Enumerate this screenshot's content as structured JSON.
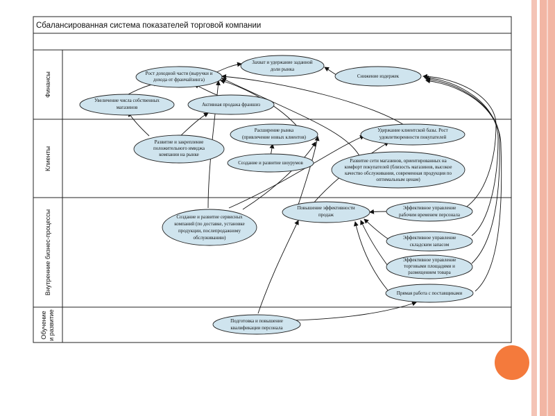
{
  "title": "Сбалансированная система показателей торговой компании",
  "bands": {
    "finance": "Финансы",
    "clients": "Клиенты",
    "processes": "Внутренние бизнес-процессы",
    "learning": [
      "Обучение",
      "и развитие"
    ]
  },
  "nodes": {
    "revenue": [
      "Рост доходной части (выручки и",
      "дохода от франчайзинга)"
    ],
    "market_share": [
      "Захват и удержание заданной",
      "доли рынка"
    ],
    "cost_reduction": [
      "Снижение издержек"
    ],
    "own_stores": [
      "Увеличение числа собственных",
      "магазинов"
    ],
    "franchise_sales": [
      "Активная продажа франшиз"
    ],
    "image": [
      "Развитие и закрепление",
      "положительного имиджа",
      "компании на рынке"
    ],
    "market_expansion": [
      "Расширение рынка",
      "(привлечение новых клиентов)"
    ],
    "showrooms": [
      "Создание и развитие шоурумов"
    ],
    "retention": [
      "Удержание клиентской базы. Рост",
      "удовлетворенности покупателей"
    ],
    "store_network": [
      "Развитие сети магазинов, ориентированных на",
      "комфорт покупателей (близость магазинов, высокое",
      "качество обслуживания, современная продукция по",
      "оптимальным ценам)"
    ],
    "services": [
      "Создание и развитие сервисных",
      "компаний (по доставке, установке",
      "продукции, послепродажному",
      "обслуживанию)"
    ],
    "sales_efficiency": [
      "Повышение эффективности",
      "продаж"
    ],
    "staff_time": [
      "Эффективное управление",
      "рабочим временем персонала"
    ],
    "inventory": [
      "Эффективное управление",
      "складским запасом"
    ],
    "retail_space": [
      "Эффективное управление",
      "торговыми площадями и",
      "размещением товара"
    ],
    "suppliers": [
      "Прямая работа с поставщиками"
    ],
    "training": [
      "Подготовка и повышение",
      "квалификации персонала"
    ]
  }
}
